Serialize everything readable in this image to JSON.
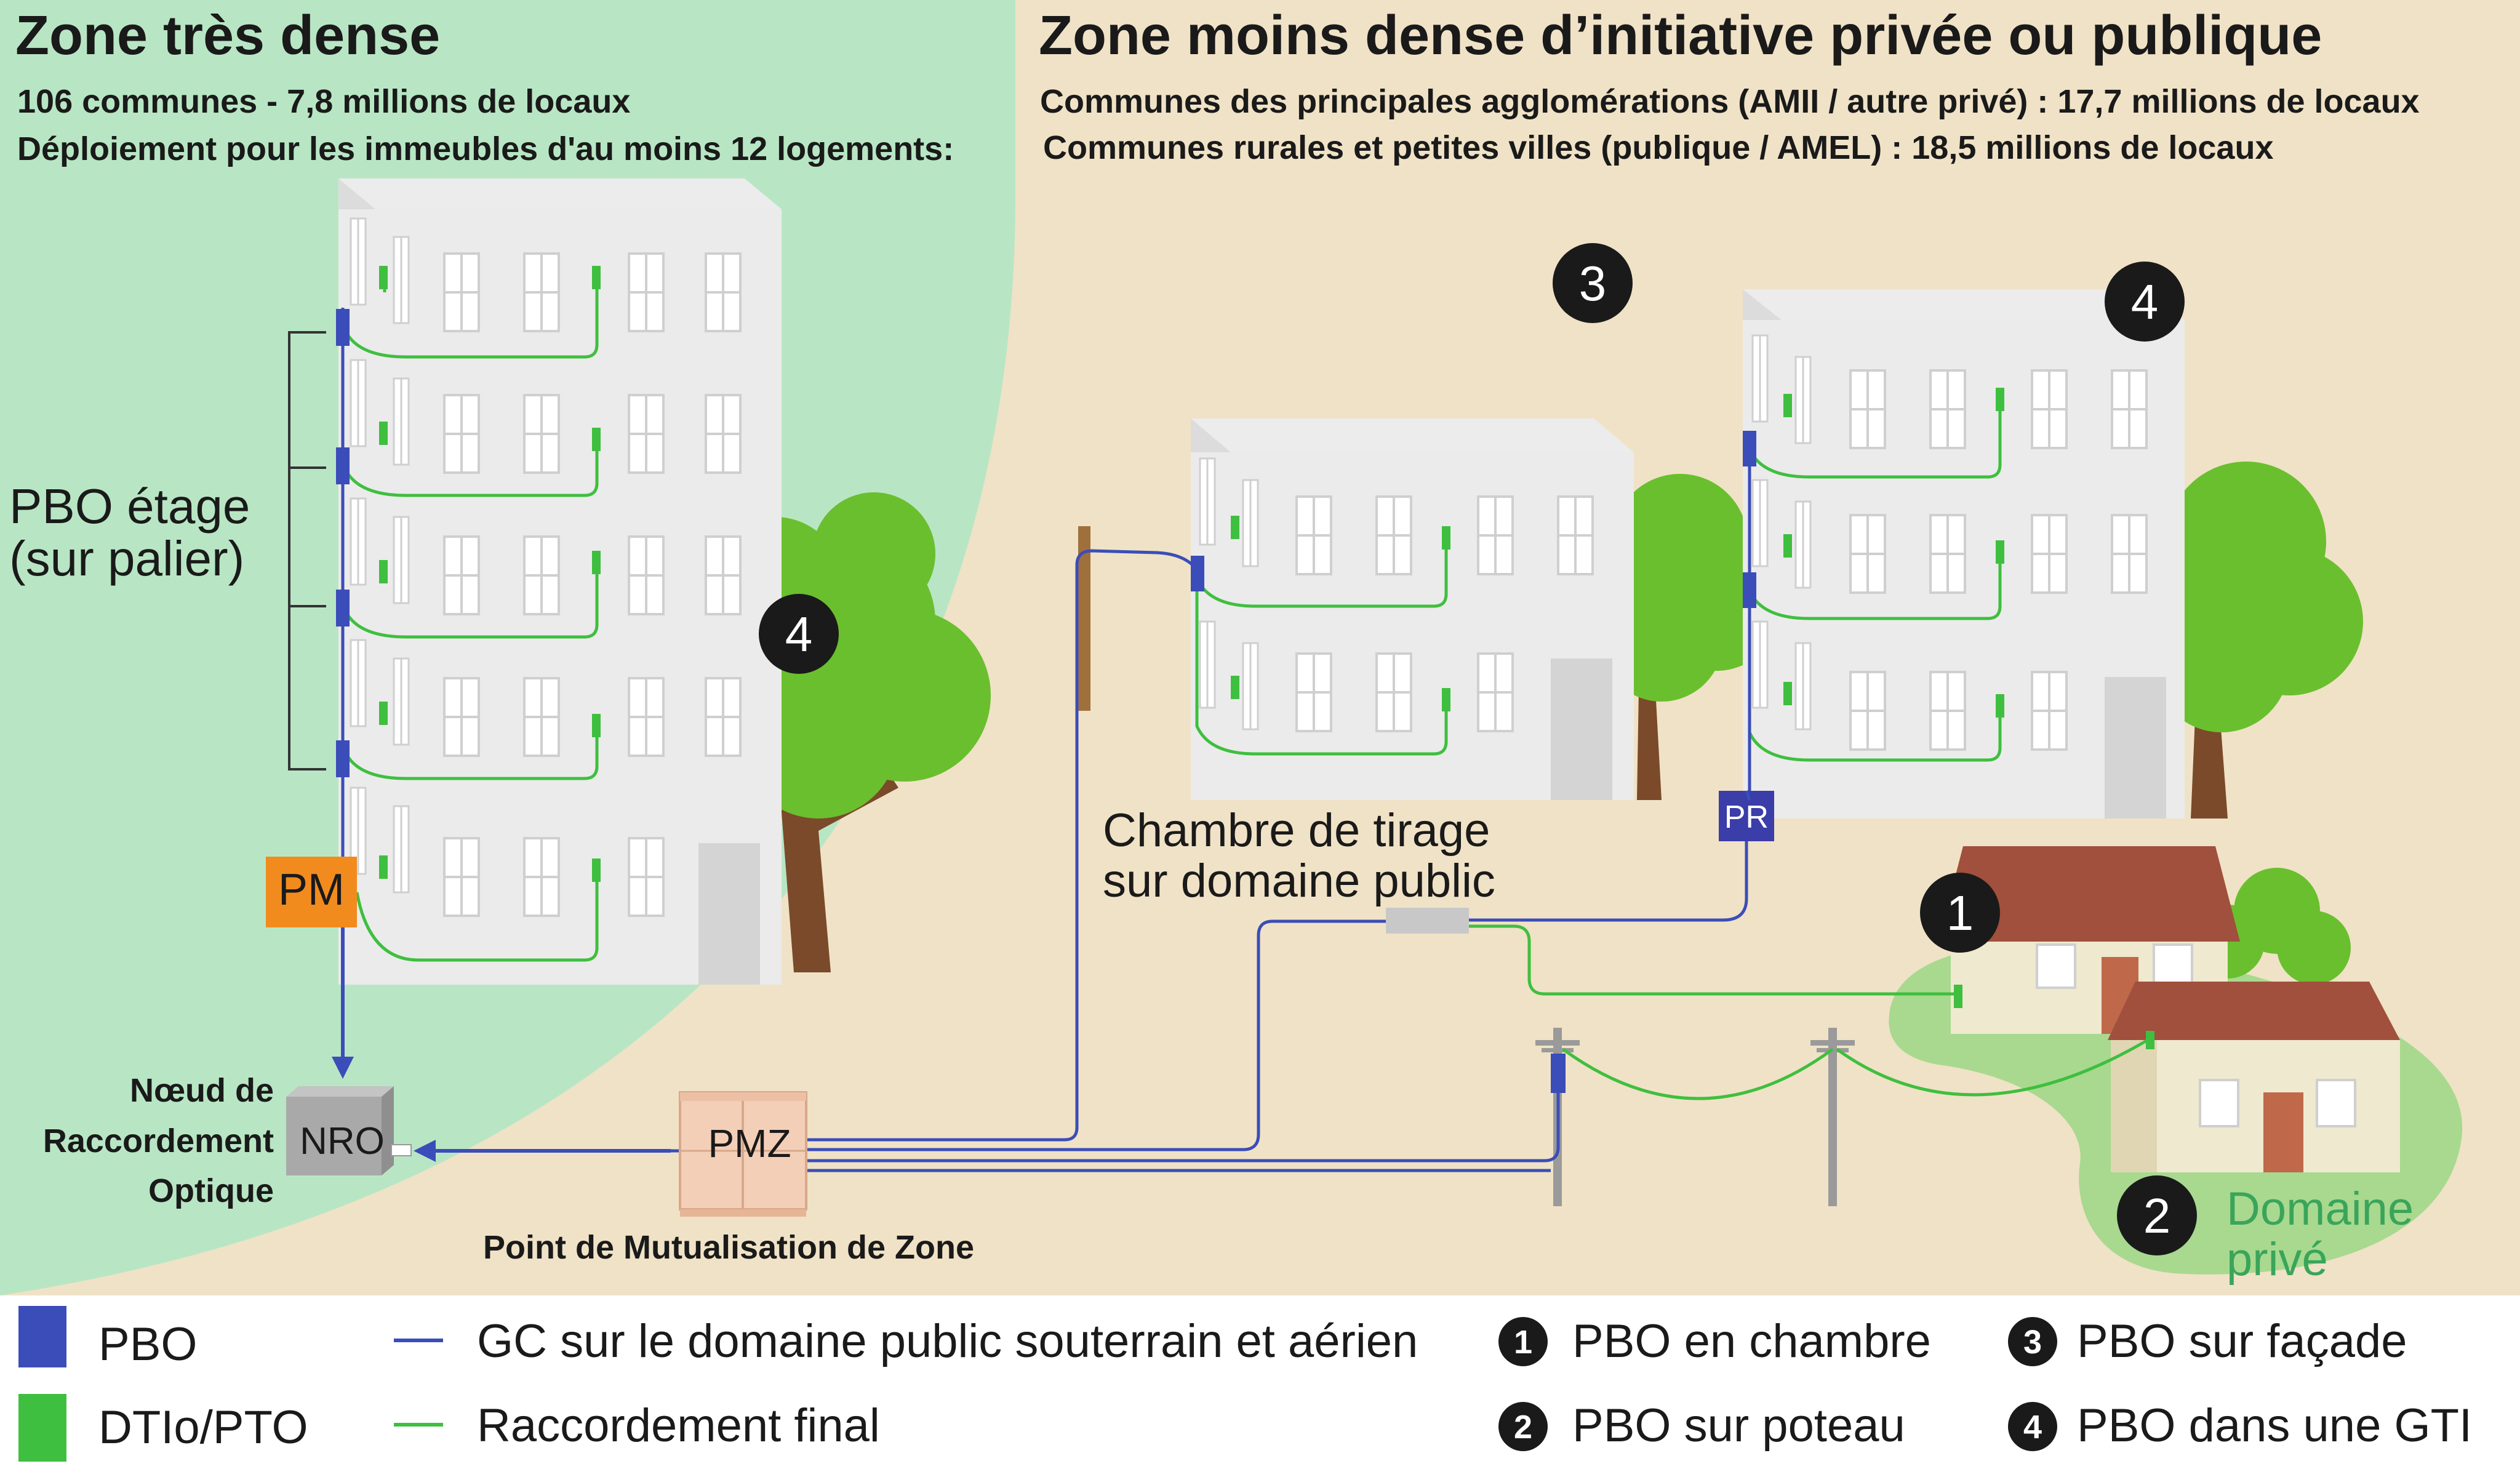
{
  "left_zone": {
    "title": "Zone très dense",
    "line1": "106 communes - 7,8 millions de locaux",
    "line2": "Déploiement pour les immeubles d'au moins 12 logements:",
    "pbo_etage_1": "PBO étage",
    "pbo_etage_2": "(sur palier)",
    "pm": "PM",
    "nro_1": "Nœud de",
    "nro_2": "Raccordement",
    "nro_3": "Optique",
    "nro_box": "NRO",
    "badge": "4"
  },
  "right_zone": {
    "title": "Zone moins dense d’initiative privée ou publique",
    "line1": "Communes des principales agglomérations (AMII / autre privé) : 17,7 millions de locaux",
    "line2": "Communes rurales et petites villes (publique / AMEL) : 18,5 millions de locaux",
    "badge_3": "3",
    "badge_4": "4",
    "badge_1": "1",
    "badge_2": "2",
    "chambre_1": "Chambre de tirage",
    "chambre_2": "sur domaine public",
    "pr": "PR",
    "domaine_1": "Domaine",
    "domaine_2": "privé",
    "pmz": "PMZ",
    "pmz_label": "Point de Mutualisation de Zone"
  },
  "legend": {
    "pbo": "PBO",
    "dtio": "DTIo/PTO",
    "gc": "GC sur le domaine public souterrain et aérien",
    "raccordement": "Raccordement final",
    "item1_num": "1",
    "item1": "PBO en chambre",
    "item2_num": "2",
    "item2": "PBO sur poteau",
    "item3_num": "3",
    "item3": "PBO sur façade",
    "item4_num": "4",
    "item4": "PBO dans une GTI"
  },
  "colors": {
    "pbo_blue": "#3b4db8",
    "dtio_green": "#3fbf3f",
    "zone_dense_bg": "#b8e6c4",
    "zone_less_dense_bg": "#f0e2c6",
    "pm_orange": "#f28b1e"
  }
}
